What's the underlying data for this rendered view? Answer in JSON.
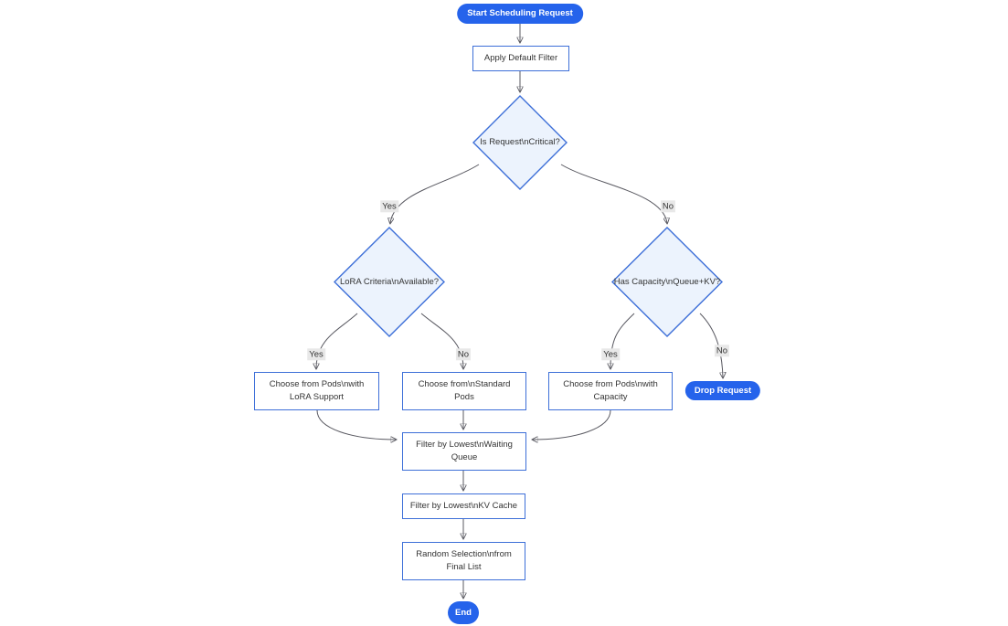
{
  "diagram": {
    "type": "flowchart",
    "nodes": {
      "start": {
        "label": "Start Scheduling Request",
        "shape": "pill"
      },
      "apply_filter": {
        "label": "Apply Default Filter",
        "shape": "rect"
      },
      "is_critical": {
        "label": "Is Request\\nCritical?",
        "shape": "decision"
      },
      "lora_criteria": {
        "label": "LoRA Criteria\\nAvailable?",
        "shape": "decision"
      },
      "has_capacity": {
        "label": "Has Capacity\\nQueue+KV?",
        "shape": "decision"
      },
      "choose_lora": {
        "label": "Choose from Pods\\nwith LoRA Support",
        "shape": "rect"
      },
      "choose_standard": {
        "label": "Choose from\\nStandard Pods",
        "shape": "rect"
      },
      "choose_capacity": {
        "label": "Choose from Pods\\nwith Capacity",
        "shape": "rect"
      },
      "drop_request": {
        "label": "Drop Request",
        "shape": "pill"
      },
      "filter_queue": {
        "label": "Filter by Lowest\\nWaiting Queue",
        "shape": "rect"
      },
      "filter_kv": {
        "label": "Filter by Lowest\\nKV Cache",
        "shape": "rect"
      },
      "random_selection": {
        "label": "Random Selection\\nfrom Final List",
        "shape": "rect"
      },
      "end": {
        "label": "End",
        "shape": "pill"
      }
    },
    "edge_labels": {
      "critical_yes": "Yes",
      "critical_no": "No",
      "lora_yes": "Yes",
      "lora_no": "No",
      "capacity_yes": "Yes",
      "capacity_no": "No"
    },
    "edges": [
      "start -> apply_filter",
      "apply_filter -> is_critical",
      "is_critical -Yes-> lora_criteria",
      "is_critical -No-> has_capacity",
      "lora_criteria -Yes-> choose_lora",
      "lora_criteria -No-> choose_standard",
      "has_capacity -Yes-> choose_capacity",
      "has_capacity -No-> drop_request",
      "choose_lora -> filter_queue",
      "choose_standard -> filter_queue",
      "choose_capacity -> filter_queue",
      "filter_queue -> filter_kv",
      "filter_kv -> random_selection",
      "random_selection -> end"
    ]
  },
  "colors": {
    "background": "#ffffff",
    "pill_fill": "#2563eb",
    "pill_text": "#ffffff",
    "node_fill": "#ffffff",
    "node_border": "#3d6fd8",
    "decision_fill": "#ecf3fd",
    "text": "#333333",
    "edge": "#585860",
    "edge_label_bg": "#e8e8e8"
  }
}
